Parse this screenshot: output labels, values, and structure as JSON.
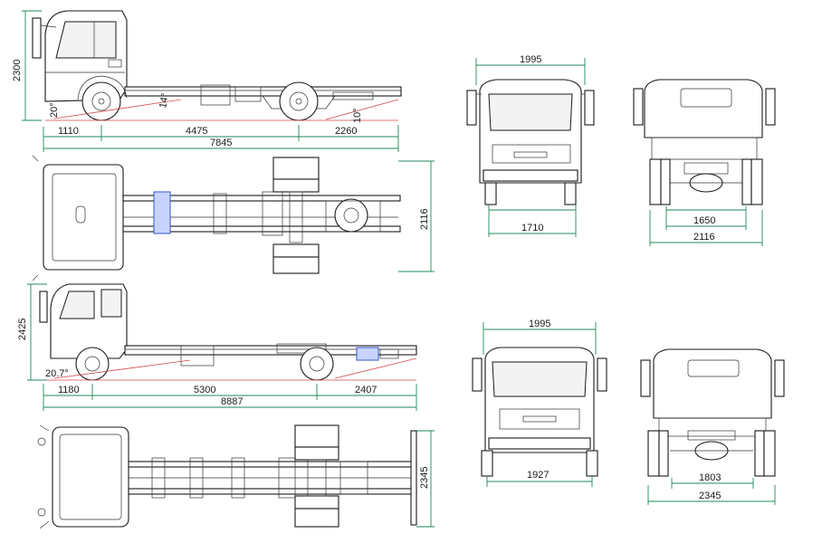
{
  "colors": {
    "lines": "#1a1a1a",
    "dimension_lines": "#1f8a5a",
    "ground_line": "#d24a4a",
    "highlight": "#3355cc"
  },
  "truck1": {
    "side": {
      "height": "2300",
      "approach_angle": "20°",
      "departure_angle": "14°",
      "rear_angle": "10°",
      "front_overhang": "1110",
      "wheelbase": "4475",
      "rear_overhang": "2260",
      "overall_length": "7845"
    },
    "top": {
      "width": "2116"
    },
    "front": {
      "width": "1995",
      "track": "1710"
    },
    "rear": {
      "track": "1650",
      "width": "2116"
    }
  },
  "truck2": {
    "side": {
      "height": "2425",
      "approach_angle": "20.7°",
      "front_overhang": "1180",
      "wheelbase": "5300",
      "rear_overhang": "2407",
      "overall_length": "8887"
    },
    "top": {
      "width": "2345"
    },
    "front": {
      "width": "1995",
      "track": "1927"
    },
    "rear": {
      "track": "1803",
      "width": "2345"
    }
  }
}
